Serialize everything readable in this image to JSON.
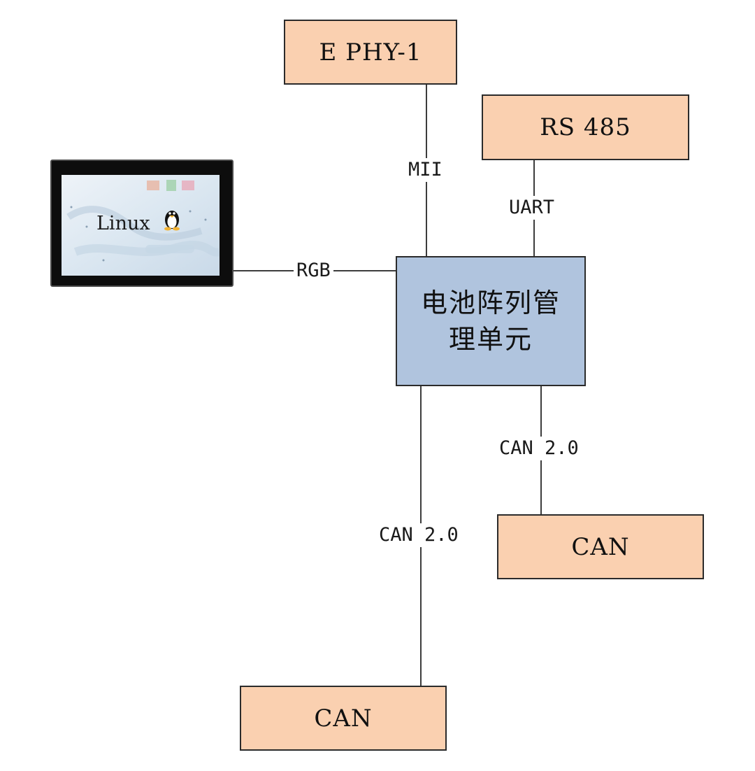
{
  "diagram": {
    "central_unit": {
      "label": "电池阵列管理单元",
      "fill": "#b0c4de"
    },
    "peripheral_fill": "#fad0b0",
    "peripherals": {
      "ephy": "E PHY-1",
      "rs485": "RS 485",
      "can_right": "CAN",
      "can_bottom": "CAN"
    },
    "connections": {
      "mii": "MII",
      "uart": "UART",
      "rgb": "RGB",
      "can_right": "CAN 2.0",
      "can_bottom": "CAN 2.0"
    },
    "display": {
      "logo_text": "Linux",
      "screen_icons": [
        "tux-penguin-icon"
      ]
    }
  }
}
